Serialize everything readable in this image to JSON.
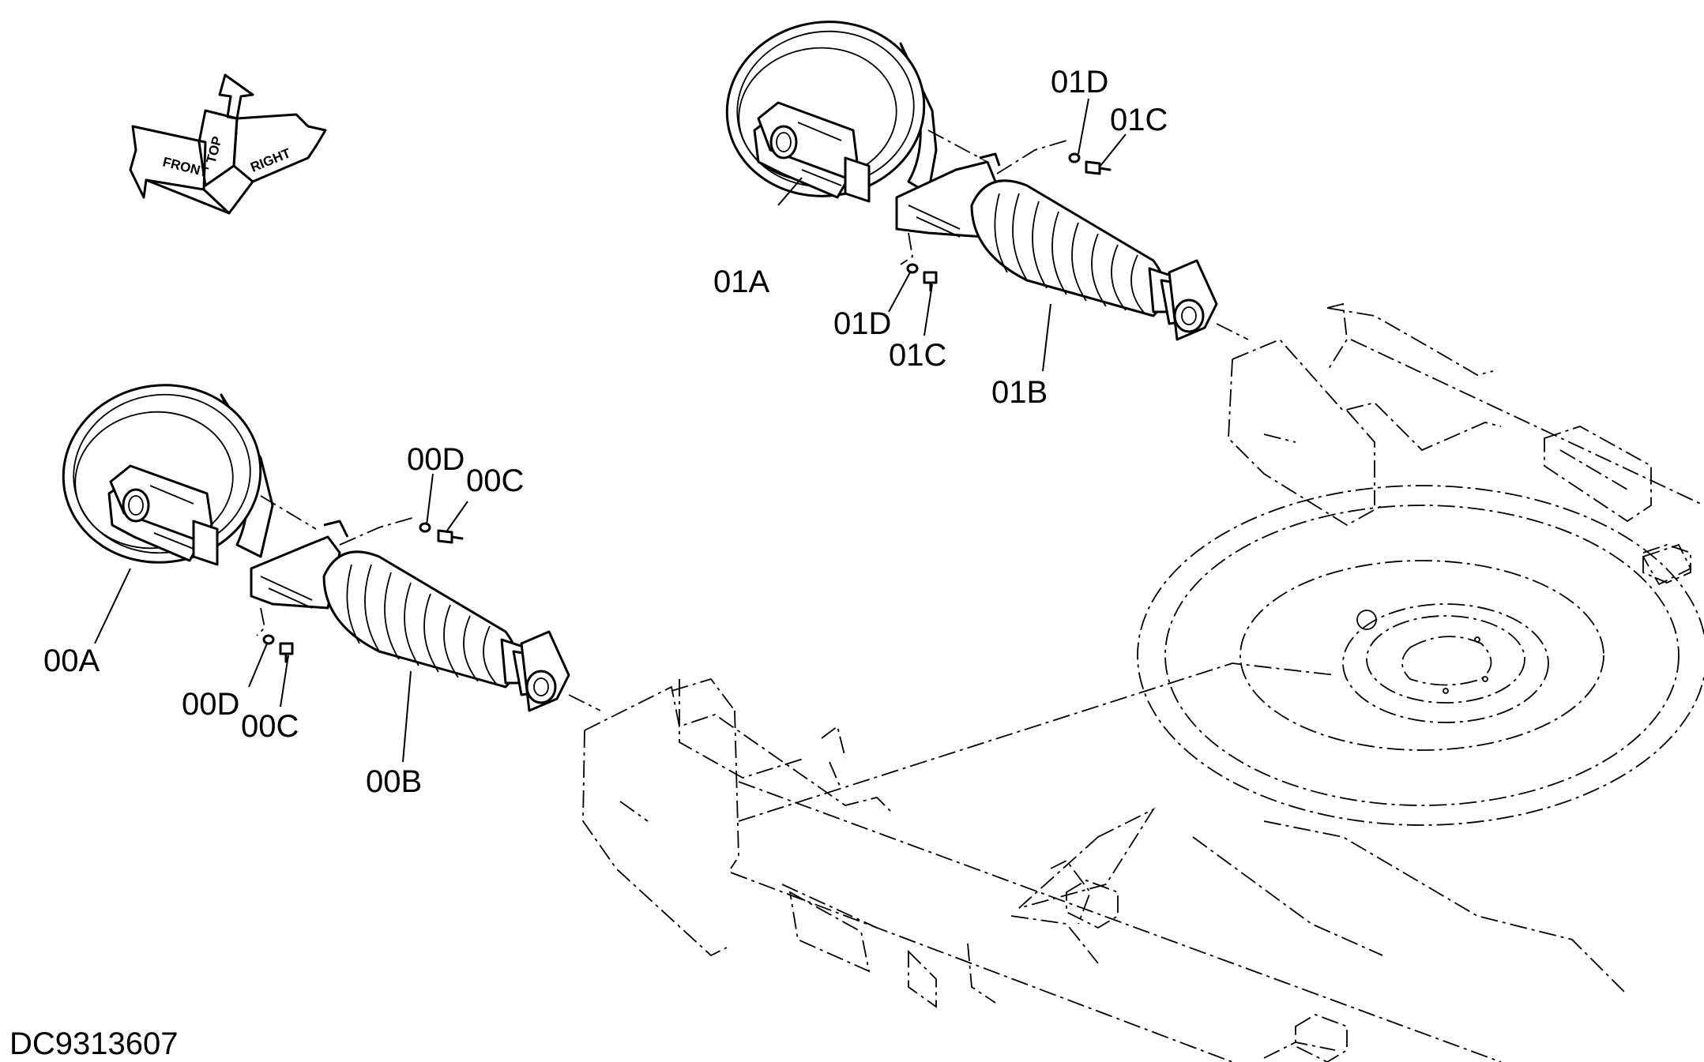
{
  "drawing_id": "DC9313607",
  "orientation": {
    "labels": [
      "FRONT",
      "TOP",
      "RIGHT"
    ]
  },
  "callouts": {
    "a00": "00A",
    "b00": "00B",
    "c00_upper": "00C",
    "d00_upper": "00D",
    "c00_lower": "00C",
    "d00_lower": "00D",
    "a01": "01A",
    "b01": "01B",
    "c01_upper": "01C",
    "d01_upper": "01D",
    "c01_lower": "01C",
    "d01_lower": "01D"
  }
}
